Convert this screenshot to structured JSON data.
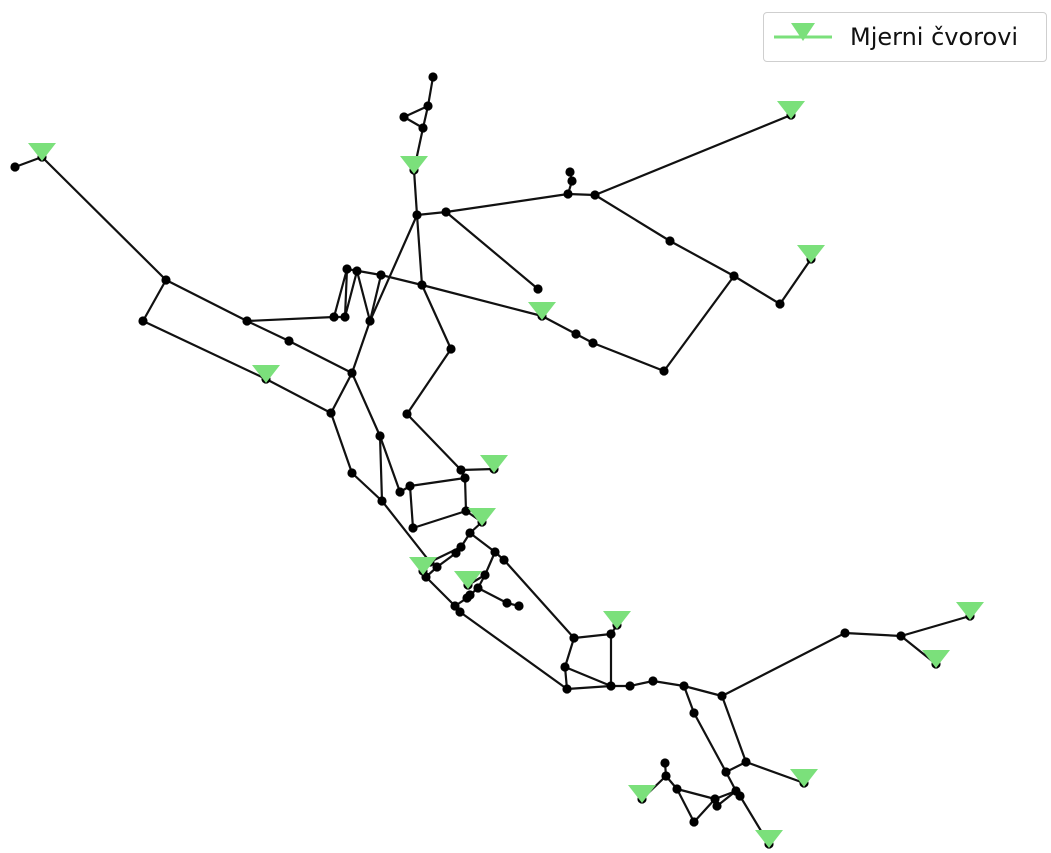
{
  "legend": {
    "label": "Mjerni čvorovi",
    "icon": "triangle-down-marker",
    "color": "#7be07b"
  },
  "colors": {
    "edge": "#111111",
    "node": "#000000",
    "sensor": "#7be07b"
  },
  "diagram": {
    "nodes": [
      {
        "id": "sA",
        "sensor": true
      },
      {
        "id": "sB",
        "sensor": true
      },
      {
        "id": "sC",
        "sensor": true
      },
      {
        "id": "sD",
        "sensor": true
      },
      {
        "id": "sE",
        "sensor": true
      },
      {
        "id": "sF",
        "sensor": true
      },
      {
        "id": "sG",
        "sensor": true
      },
      {
        "id": "sH",
        "sensor": true
      },
      {
        "id": "sI",
        "sensor": true
      },
      {
        "id": "sJ",
        "sensor": true
      },
      {
        "id": "sK",
        "sensor": true
      },
      {
        "id": "sL",
        "sensor": true
      },
      {
        "id": "sM",
        "sensor": true
      },
      {
        "id": "sN",
        "sensor": true
      },
      {
        "id": "sO",
        "sensor": true
      },
      {
        "id": "sP",
        "sensor": true
      }
    ]
  }
}
